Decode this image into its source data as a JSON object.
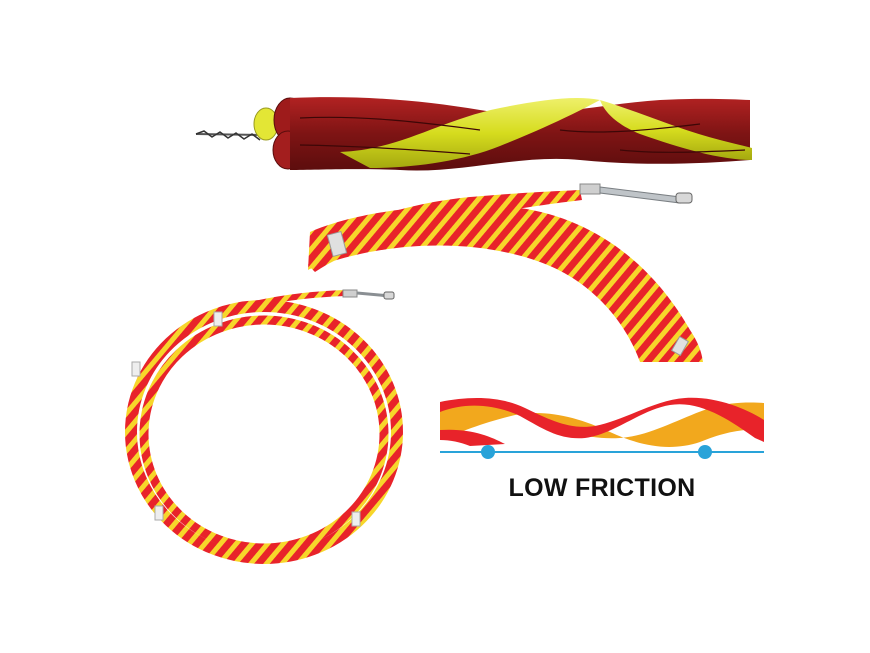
{
  "caption": {
    "text": "LOW FRICTION"
  },
  "colors": {
    "red": "#c8102e",
    "dark_red": "#8b1a1a",
    "yellow": "#f2d21a",
    "lime_yellow": "#d9e21c",
    "line_blue": "#29a3d9",
    "wire": "#8a8a8a"
  },
  "illustrations": [
    {
      "name": "twisted-cable-closeup",
      "description_visible": false
    },
    {
      "name": "coil-arc-with-wire-tip",
      "description_visible": false
    },
    {
      "name": "full-coil",
      "description_visible": false
    },
    {
      "name": "low-friction-diagram",
      "description_visible": false
    }
  ]
}
